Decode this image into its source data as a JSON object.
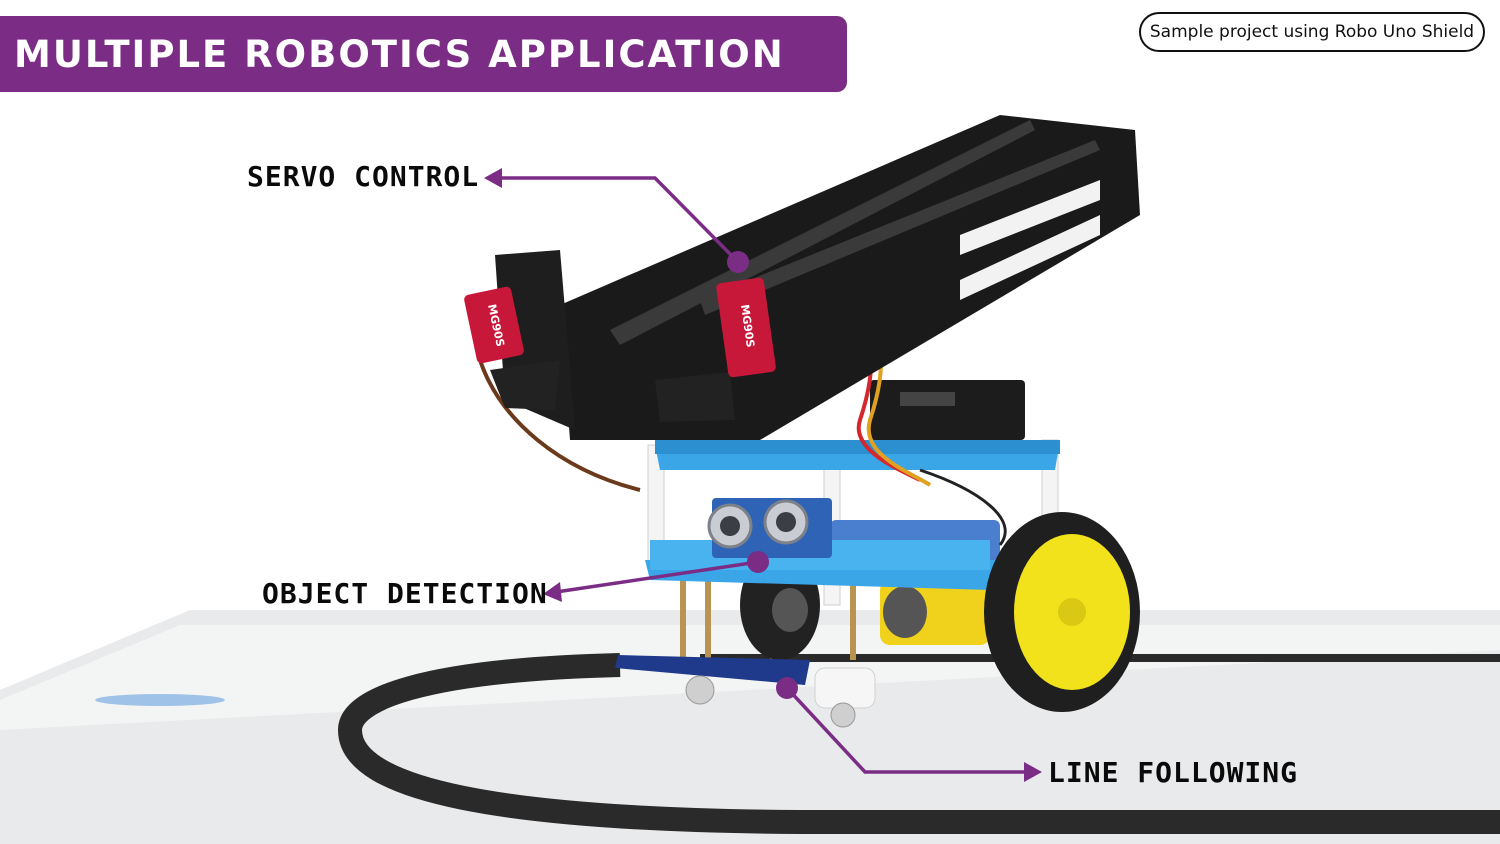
{
  "banner": {
    "title": "MULTIPLE ROBOTICS APPLICATION",
    "color": "#7b2d86"
  },
  "note": {
    "text": "Sample project using Robo Uno Shield"
  },
  "callouts": {
    "servo": "SERVO CONTROL",
    "object": "OBJECT DETECTION",
    "line": "LINE FOLLOWING",
    "arrow_color": "#7b2d86"
  },
  "servo_labels": {
    "left": "MG90S",
    "right": "MG90S"
  },
  "colors": {
    "chassis": "#3aa6e8",
    "launcher": "#1a1a1a",
    "wheel_hub": "#f2e21b",
    "servo_body": "#c8183a"
  }
}
